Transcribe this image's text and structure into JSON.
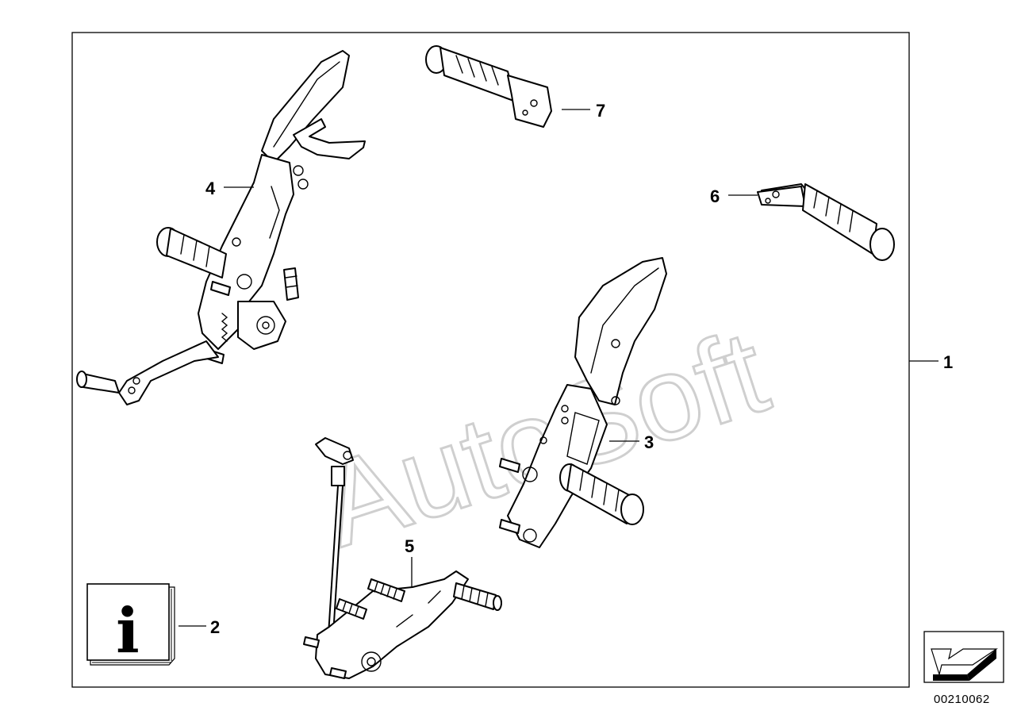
{
  "diagram": {
    "callouts": [
      {
        "id": "1",
        "label": "1"
      },
      {
        "id": "2",
        "label": "2"
      },
      {
        "id": "3",
        "label": "3"
      },
      {
        "id": "4",
        "label": "4"
      },
      {
        "id": "5",
        "label": "5"
      },
      {
        "id": "6",
        "label": "6"
      },
      {
        "id": "7",
        "label": "7"
      }
    ],
    "info_glyph": "i",
    "watermark": "AutoSoft",
    "reference_number": "00210062",
    "icons": {
      "info": "info-icon",
      "navigation": "arrow-icon"
    }
  }
}
